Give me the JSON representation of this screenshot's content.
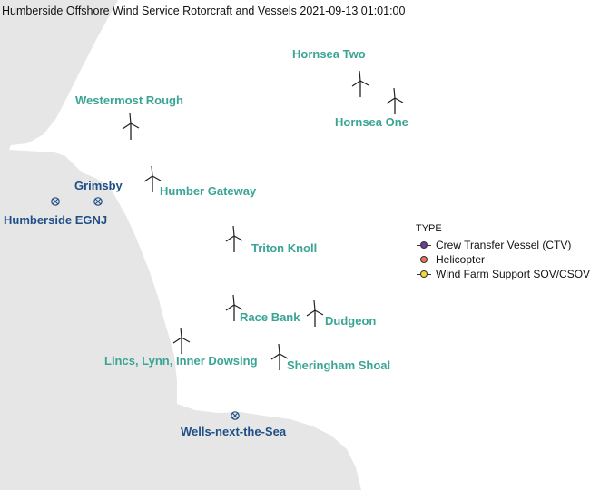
{
  "title": "Humberside Offshore Wind Service Rotorcraft and Vessels  2021-09-13 01:01:00",
  "colors": {
    "land": "#e6e6e6",
    "sea": "#ffffff",
    "farm_label": "#3aa595",
    "port_label": "#1f4f86",
    "turbine": "#222222"
  },
  "wind_farms": [
    {
      "name": "Hornsea Two"
    },
    {
      "name": "Hornsea One"
    },
    {
      "name": "Westermost Rough"
    },
    {
      "name": "Humber Gateway"
    },
    {
      "name": "Triton Knoll"
    },
    {
      "name": "Race Bank"
    },
    {
      "name": "Dudgeon"
    },
    {
      "name": "Lincs, Lynn, Inner Dowsing"
    },
    {
      "name": "Sheringham Shoal"
    }
  ],
  "ports": [
    {
      "name": "Grimsby",
      "icon": "port-marker-icon"
    },
    {
      "name": "Humberside EGNJ",
      "icon": "heliport-marker-icon"
    },
    {
      "name": "Wells-next-the-Sea",
      "icon": "port-marker-icon"
    }
  ],
  "legend": {
    "title": "TYPE",
    "items": [
      {
        "label": "Crew Transfer Vessel (CTV)",
        "color": "#6a3d9a"
      },
      {
        "label": "Helicopter",
        "color": "#e8735a"
      },
      {
        "label": "Wind Farm Support SOV/CSOV",
        "color": "#f2d83b"
      }
    ]
  }
}
